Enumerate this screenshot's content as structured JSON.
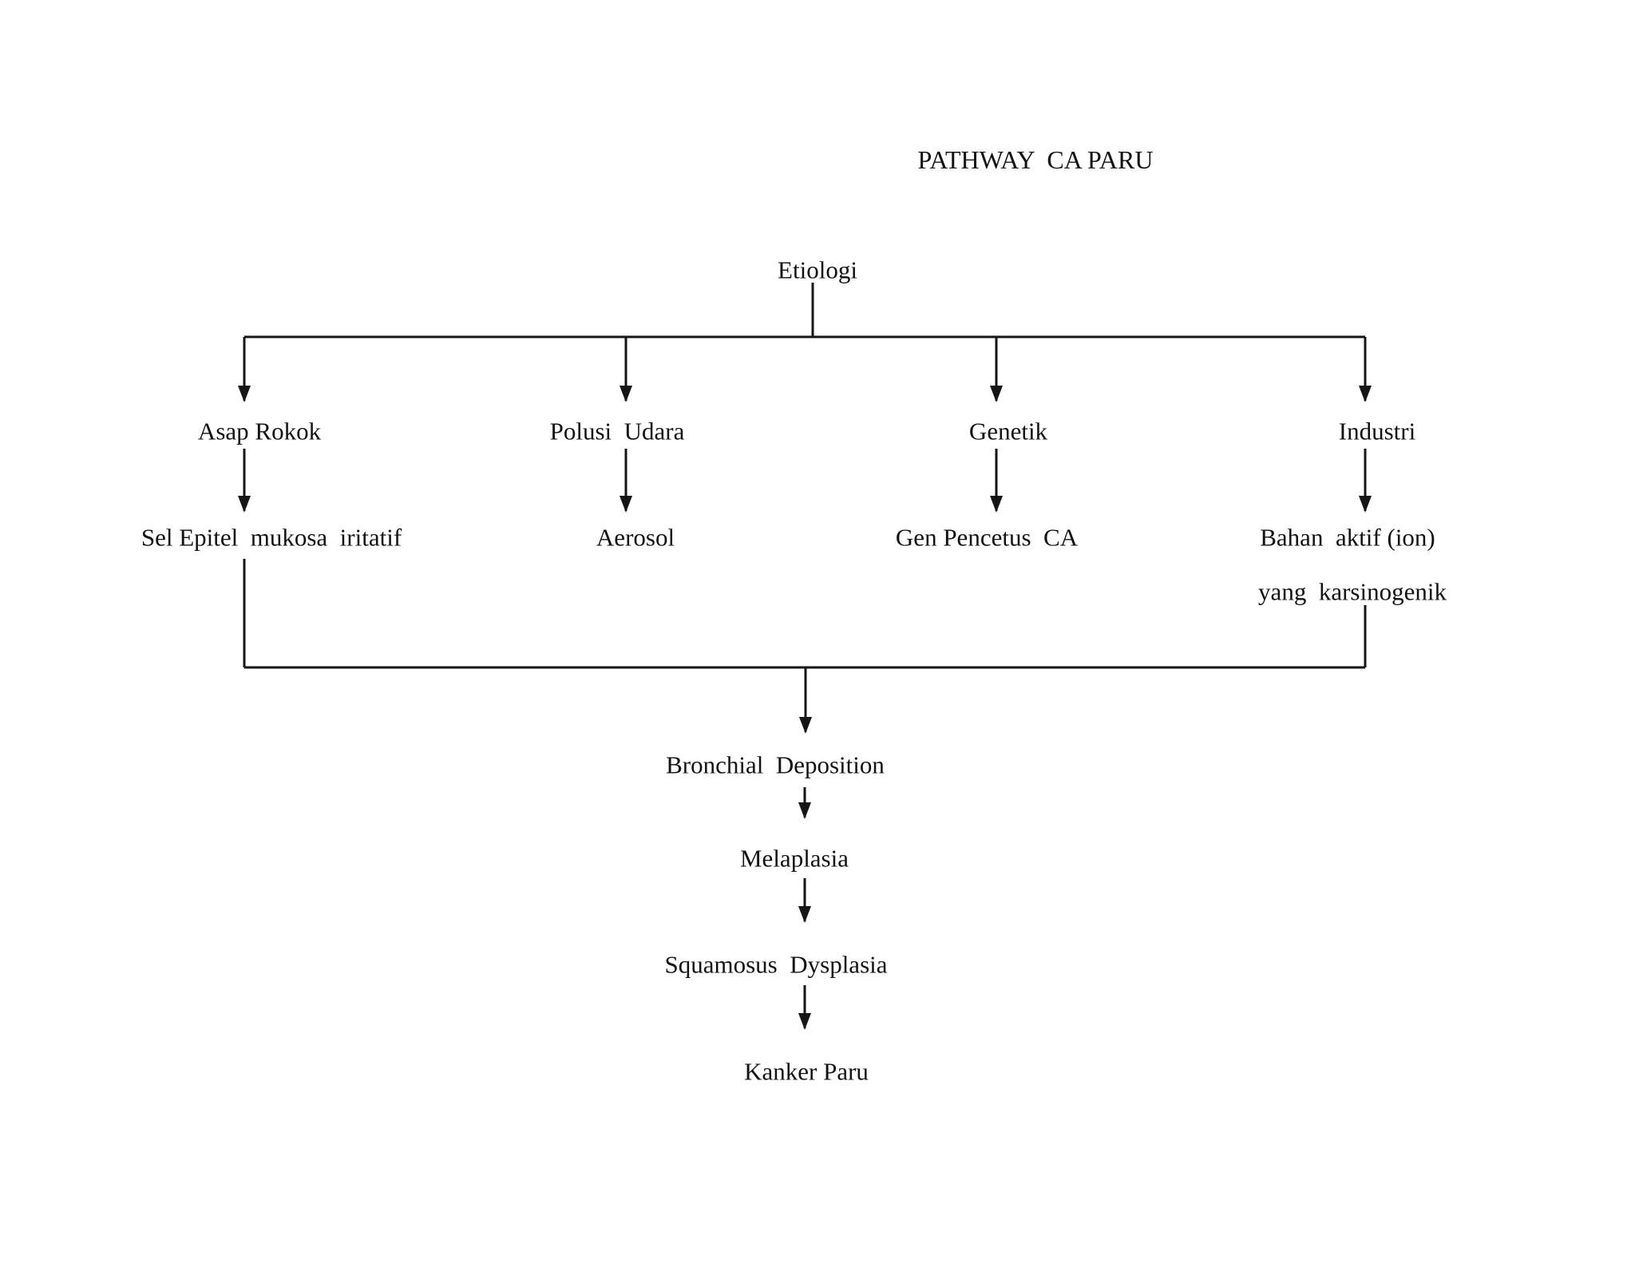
{
  "title": "PATHWAY  CA PARU",
  "colors": {
    "background": "#ffffff",
    "text": "#121212",
    "line": "#161616"
  },
  "nodes": {
    "etiologi": "Etiologi",
    "asap_rokok": "Asap Rokok",
    "polusi_udara": "Polusi  Udara",
    "genetik": "Genetik",
    "industri": "Industri",
    "sel_epitel": "Sel Epitel  mukosa  iritatif",
    "aerosol": "Aerosol",
    "gen_pencetus": "Gen Pencetus  CA",
    "bahan_aktif_line1": "Bahan  aktif (ion)",
    "bahan_aktif_line2": "yang  karsinogenik",
    "bronchial": "Bronchial  Deposition",
    "melaplasia": "Melaplasia",
    "squamosus": "Squamosus  Dysplasia",
    "kanker_paru": "Kanker Paru"
  },
  "edges": [
    [
      "etiologi",
      "asap_rokok"
    ],
    [
      "etiologi",
      "polusi_udara"
    ],
    [
      "etiologi",
      "genetik"
    ],
    [
      "etiologi",
      "industri"
    ],
    [
      "asap_rokok",
      "sel_epitel"
    ],
    [
      "polusi_udara",
      "aerosol"
    ],
    [
      "genetik",
      "gen_pencetus"
    ],
    [
      "industri",
      "bahan_aktif"
    ],
    [
      "sel_epitel",
      "bronchial"
    ],
    [
      "bahan_aktif",
      "bronchial"
    ],
    [
      "bronchial",
      "melaplasia"
    ],
    [
      "melaplasia",
      "squamosus"
    ],
    [
      "squamosus",
      "kanker_paru"
    ]
  ]
}
